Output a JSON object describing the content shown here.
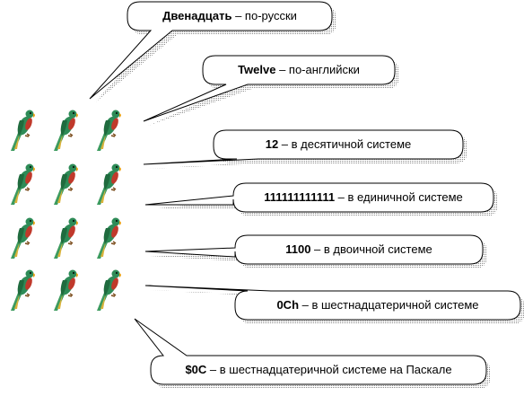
{
  "callouts": [
    {
      "value": "Двенадцать",
      "desc": " – по-русски"
    },
    {
      "value": "Twelve",
      "desc": " – по-английски"
    },
    {
      "value": "12",
      "desc": " – в десятичной системе"
    },
    {
      "value": "111111111111",
      "desc": " – в единичной системе"
    },
    {
      "value": "1100",
      "desc": " – в двоичной системе"
    },
    {
      "value": "0Ch",
      "desc": " – в шестнадцатеричной системе"
    },
    {
      "value": "$0C",
      "desc": " – в шестнадцатеричной системе на Паскале"
    }
  ],
  "parrot_count": 12,
  "colors": {
    "bubble_fill": "#ffffff",
    "bubble_stroke": "#000000",
    "shadow": "#b4b4b4",
    "parrot_body": "#2e8b57",
    "parrot_chest": "#c0392b",
    "parrot_beak": "#e8a317"
  }
}
